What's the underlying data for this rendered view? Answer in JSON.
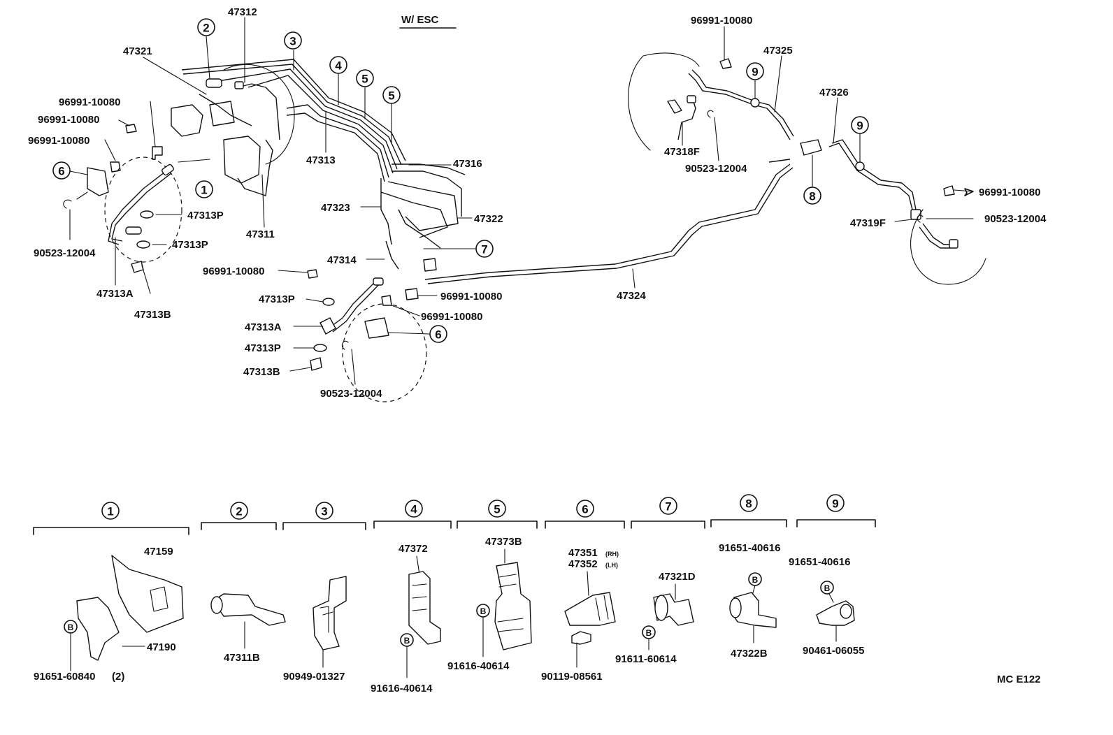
{
  "title": "W/ ESC",
  "code": "MC E122",
  "callouts": {
    "c1": "1",
    "c2": "2",
    "c3": "3",
    "c4": "4",
    "c5a": "5",
    "c5b": "5",
    "c6a": "6",
    "c6b": "6",
    "c7": "7",
    "c8": "8",
    "c9a": "9",
    "c9b": "9"
  },
  "labels": {
    "p47312": "47312",
    "p47321": "47321",
    "p96991_a": "96991-10080",
    "p96991_b": "96991-10080",
    "p96991_c": "96991-10080",
    "p90523_a": "90523-12004",
    "p47313A_a": "47313A",
    "p47313B_a": "47313B",
    "p47313P_a": "47313P",
    "p47313P_b": "47313P",
    "p47311": "47311",
    "p47313": "47313",
    "p47316": "47316",
    "p47323": "47323",
    "p47322": "47322",
    "p47314": "47314",
    "p96991_d": "96991-10080",
    "p96991_e": "96991-10080",
    "p96991_f": "96991-10080",
    "p47313P_c": "47313P",
    "p47313A_b": "47313A",
    "p47313P_d": "47313P",
    "p47313B_b": "47313B",
    "p90523_b": "90523-12004",
    "p47324": "47324",
    "p96991_g": "96991-10080",
    "p47325": "47325",
    "p47318F": "47318F",
    "p90523_c": "90523-12004",
    "p47326": "47326",
    "p96991_h": "96991-10080",
    "p47319F": "47319F",
    "p90523_d": "90523-12004"
  },
  "groups": {
    "g1": {
      "num": "1",
      "parts": [
        "47159",
        "47190"
      ],
      "bolt": "B",
      "bolt_part": "91651-60840",
      "qty": "(2)"
    },
    "g2": {
      "num": "2",
      "parts": [
        "47311B"
      ]
    },
    "g3": {
      "num": "3",
      "parts": [
        "90949-01327"
      ]
    },
    "g4": {
      "num": "4",
      "parts": [
        "47372"
      ],
      "bolt": "B",
      "bolt_part": "91616-40614"
    },
    "g5": {
      "num": "5",
      "parts": [
        "47373B"
      ],
      "bolt": "B",
      "bolt_part": "91616-40614"
    },
    "g6": {
      "num": "6",
      "parts": [
        "47351",
        "47352"
      ],
      "rh": "(RH)",
      "lh": "(LH)",
      "bolt_part": "90119-08561"
    },
    "g7": {
      "num": "7",
      "parts": [
        "47321D"
      ],
      "bolt": "B",
      "bolt_part": "91611-60614"
    },
    "g8": {
      "num": "8",
      "parts": [
        "91651-40616",
        "47322B"
      ],
      "bolt": "B"
    },
    "g9": {
      "num": "9",
      "parts": [
        "91651-40616",
        "90461-06055"
      ],
      "bolt": "B"
    }
  }
}
